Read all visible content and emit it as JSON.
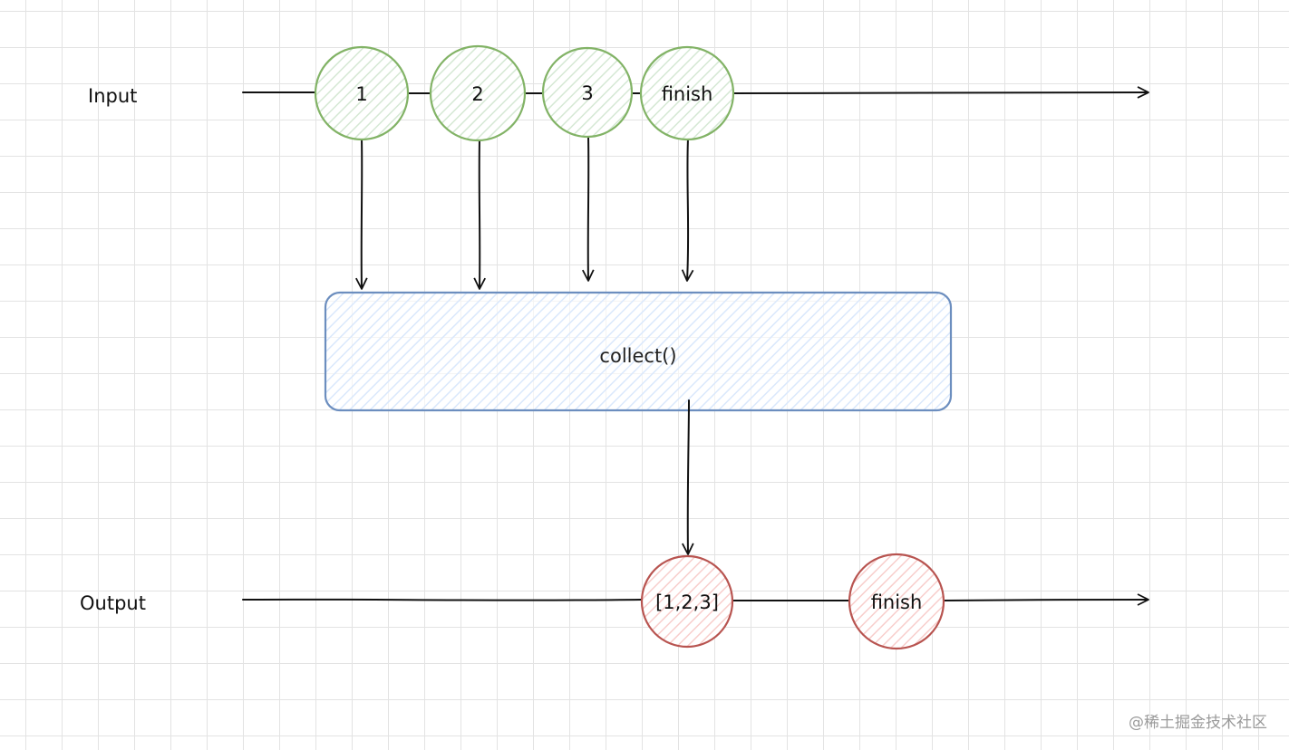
{
  "lanes": {
    "input_label": "Input",
    "output_label": "Output"
  },
  "input_nodes": [
    {
      "label": "1"
    },
    {
      "label": "2"
    },
    {
      "label": "3"
    },
    {
      "label": "finish"
    }
  ],
  "operator": {
    "label": "collect()"
  },
  "output_nodes": [
    {
      "label": "[1,2,3]"
    },
    {
      "label": "finish"
    }
  ],
  "watermark": "@稀土掘金技术社区",
  "colors": {
    "input_stroke": "#82b366",
    "input_fill": "#d5e8d4",
    "operator_stroke": "#6c8ebf",
    "operator_fill": "#dae8fc",
    "output_stroke": "#b85450",
    "output_fill": "#f8cecc",
    "line": "#111111"
  }
}
